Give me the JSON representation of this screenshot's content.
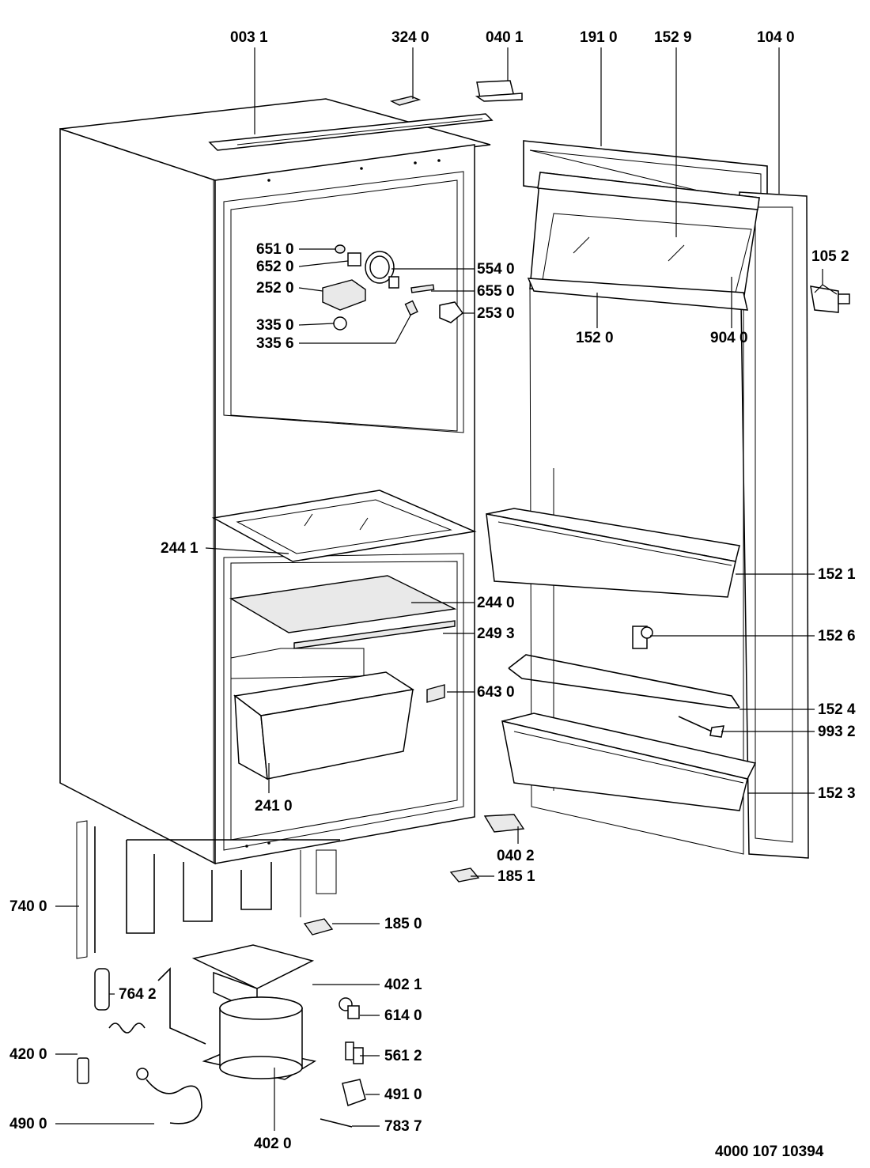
{
  "part_labels": [
    "003 1",
    "324 0",
    "040 1",
    "191 0",
    "152 9",
    "104 0",
    "651 0",
    "652 0",
    "554 0",
    "655 0",
    "252 0",
    "253 0",
    "335 0",
    "335 6",
    "152 0",
    "904 0",
    "105 2",
    "244 1",
    "244 0",
    "249 3",
    "152 1",
    "152 6",
    "643 0",
    "152 4",
    "993 2",
    "152 3",
    "241 0",
    "040 2",
    "185 1",
    "740 0",
    "185 0",
    "764 2",
    "402 1",
    "614 0",
    "420 0",
    "561 2",
    "491 0",
    "490 0",
    "783 7",
    "402 0"
  ],
  "drawing_number": "4000 107 10394"
}
